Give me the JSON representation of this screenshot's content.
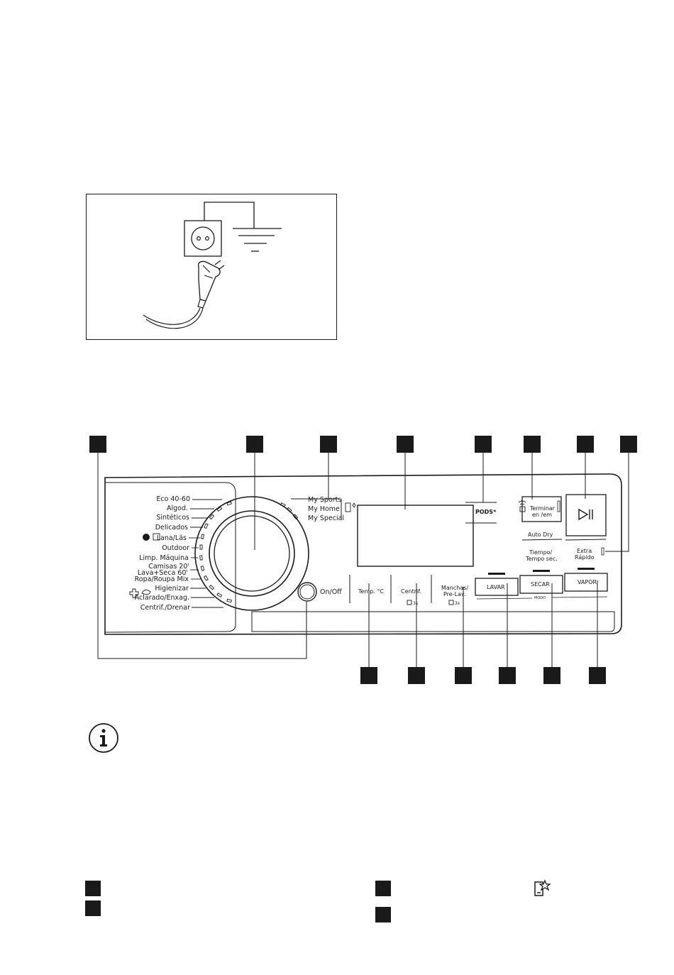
{
  "panel": {
    "programmes": [
      "Eco 40-60",
      "Algod.",
      "Sintéticos",
      "Delicados",
      "Lana/Lãs",
      "Outdoor",
      "Limp. Máquina",
      "Camisas 20'",
      "Lava+Seca 60'",
      "Ropa/Roupa Mix",
      "Higienizar",
      "Aclarado/Enxag.",
      "Centrif./Drenar"
    ],
    "my_programmes": [
      "My Sports",
      "My Home",
      "My Special"
    ],
    "pods_label": "PODS*",
    "on_off_label": "On/Off",
    "temp_label": "Temp. °C",
    "centrif_label": "Centrif.",
    "centrif_sub": "3s",
    "manchas_label_1": "Manchas/",
    "manchas_label_2": "Pre-Lav.",
    "manchas_sub": "3s",
    "terminar_1": "Terminar",
    "terminar_2": "en /em",
    "auto_dry": "Auto Dry",
    "tiempo_1": "Tiempo/",
    "tiempo_2": "Tempo sec.",
    "extra_1": "Extra",
    "extra_2": "Rápido",
    "lavar": "LAVAR",
    "secar": "SECAR",
    "vapor": "VAPOR",
    "modo": "MODO"
  }
}
